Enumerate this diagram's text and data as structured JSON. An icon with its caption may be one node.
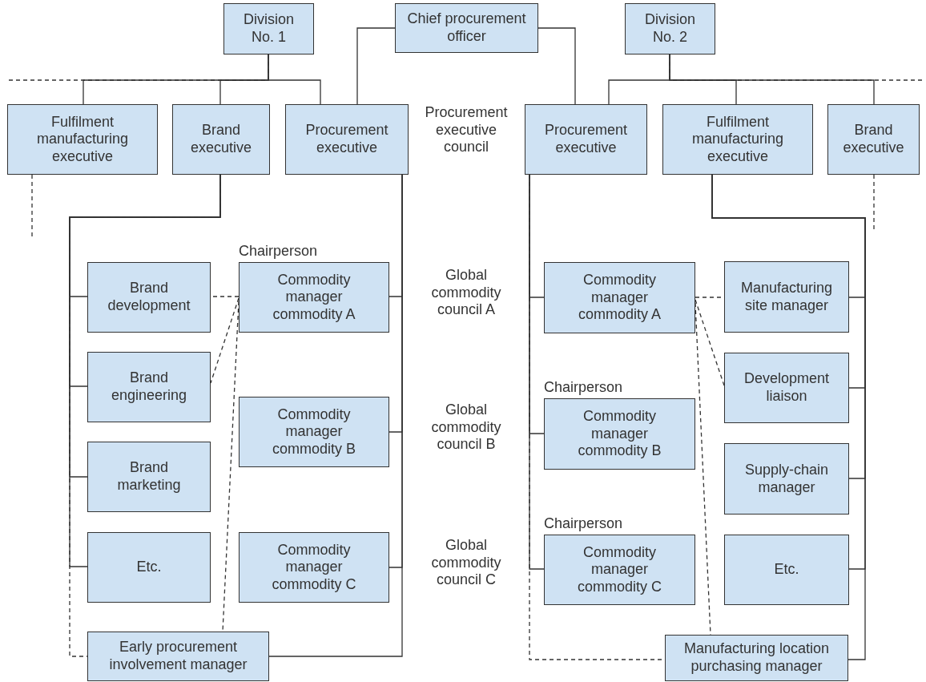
{
  "diagram": {
    "nodes": [
      {
        "text": [
          "Division No. 1"
        ]
      },
      {
        "text": [
          "Chief procurement officer"
        ]
      },
      {
        "text": [
          "Division No. 2"
        ]
      },
      {
        "text": [
          "Fulfilment manufacturing executive"
        ]
      },
      {
        "text": [
          "Brand executive"
        ]
      },
      {
        "text": [
          "Procurement executive"
        ]
      },
      {
        "text": [
          "Procurement executive"
        ]
      },
      {
        "text": [
          "Fulfilment manufacturing executive"
        ]
      },
      {
        "text": [
          "Brand executive"
        ]
      },
      {
        "text": [
          "Brand development"
        ]
      },
      {
        "text": [
          "Commodity manager commodity A"
        ],
        "beside": [
          "Chairperson"
        ]
      },
      {
        "text": [
          "Brand engineering"
        ]
      },
      {
        "text": [
          "Commodity manager commodity B"
        ]
      },
      {
        "text": [
          "Brand marketing"
        ]
      },
      {
        "text": [
          "Etc."
        ]
      },
      {
        "text": [
          "Commodity manager commodity C"
        ]
      },
      {
        "text": [
          "Early procurement involvement manager"
        ]
      },
      {
        "text": [
          "Commodity manager commodity A"
        ]
      },
      {
        "text": [
          "Manufacturing site manager"
        ]
      },
      {
        "text": [
          "Development liaison"
        ]
      },
      {
        "text": [
          "Commodity manager commodity B"
        ],
        "beside": [
          "Chairperson"
        ]
      },
      {
        "text": [
          "Supply-chain manager"
        ]
      },
      {
        "text": [
          "Commodity manager commodity C"
        ],
        "beside": [
          "Chairperson"
        ]
      },
      {
        "text": [
          "Etc."
        ]
      },
      {
        "text": [
          "Manufacturing location purchasing manager"
        ]
      }
    ],
    "edges": [
      {
        "from": 0,
        "to": 3,
        "arrow": "none"
      },
      {
        "from": 0,
        "to": 4,
        "arrow": "none"
      },
      {
        "from": 0,
        "to": 5,
        "arrow": "none"
      },
      {
        "from": 0,
        "to": null,
        "arrow": "none",
        "style": "dashed"
      },
      {
        "from": 1,
        "to": 5,
        "arrow": "none"
      },
      {
        "from": 1,
        "to": 6,
        "arrow": "none"
      },
      {
        "from": 2,
        "to": 6,
        "arrow": "none"
      },
      {
        "from": 2,
        "to": 7,
        "arrow": "none"
      },
      {
        "from": 2,
        "to": 8,
        "arrow": "none"
      },
      {
        "from": 2,
        "to": null,
        "arrow": "none",
        "style": "dashed"
      },
      {
        "from": 3,
        "to": null,
        "arrow": "none",
        "style": "dashed"
      },
      {
        "from": 8,
        "to": null,
        "arrow": "none",
        "style": "dashed"
      },
      {
        "from": 4,
        "to": 9,
        "arrow": "none"
      },
      {
        "from": 4,
        "to": 11,
        "arrow": "none"
      },
      {
        "from": 4,
        "to": 13,
        "arrow": "none"
      },
      {
        "from": 4,
        "to": 14,
        "arrow": "none"
      },
      {
        "from": 4,
        "to": 16,
        "arrow": "none",
        "style": "dashed"
      },
      {
        "from": 5,
        "to": 10,
        "arrow": "none"
      },
      {
        "from": 5,
        "to": 12,
        "arrow": "none"
      },
      {
        "from": 5,
        "to": 15,
        "arrow": "none"
      },
      {
        "from": 5,
        "to": 16,
        "arrow": "none"
      },
      {
        "from": 10,
        "to": 9,
        "arrow": "none",
        "style": "dashed"
      },
      {
        "from": 10,
        "to": 11,
        "arrow": "none",
        "style": "dashed"
      },
      {
        "from": 10,
        "to": 16,
        "arrow": "none",
        "style": "dashed"
      },
      {
        "from": 6,
        "to": 17,
        "arrow": "none"
      },
      {
        "from": 6,
        "to": 20,
        "arrow": "none"
      },
      {
        "from": 6,
        "to": 22,
        "arrow": "none"
      },
      {
        "from": 6,
        "to": 24,
        "arrow": "none",
        "style": "dashed"
      },
      {
        "from": 7,
        "to": 18,
        "arrow": "none"
      },
      {
        "from": 7,
        "to": 19,
        "arrow": "none"
      },
      {
        "from": 7,
        "to": 21,
        "arrow": "none"
      },
      {
        "from": 7,
        "to": 23,
        "arrow": "none"
      },
      {
        "from": 7,
        "to": 24,
        "arrow": "none"
      },
      {
        "from": 17,
        "to": 18,
        "arrow": "none",
        "style": "dashed"
      },
      {
        "from": 17,
        "to": 19,
        "arrow": "none",
        "style": "dashed"
      },
      {
        "from": 17,
        "to": 24,
        "arrow": "none",
        "style": "dashed"
      }
    ],
    "labels": [
      "Procurement executive council",
      "Global commodity council A",
      "Global commodity council B",
      "Global commodity council C"
    ]
  }
}
